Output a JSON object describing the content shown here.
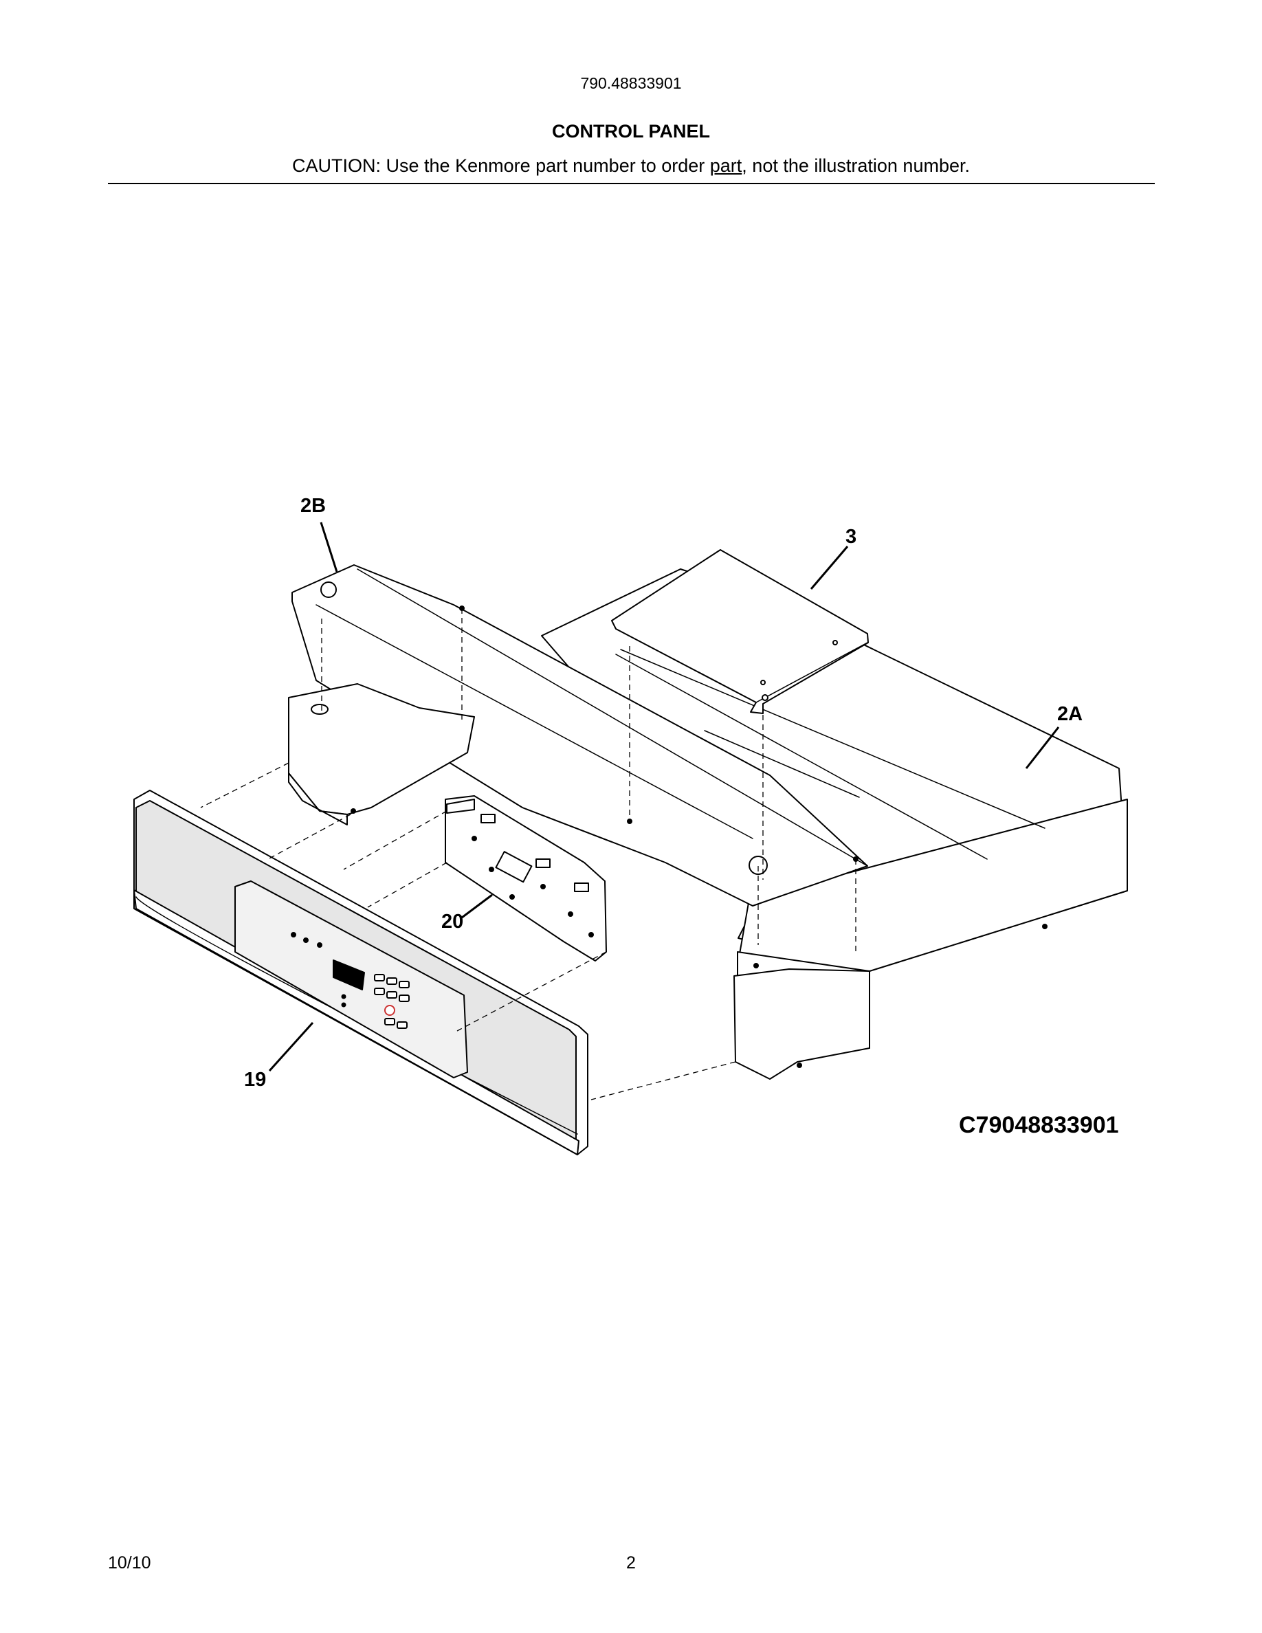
{
  "header": {
    "model_number": "790.48833901",
    "section_title": "CONTROL PANEL",
    "caution_prefix": "CAUTION: Use the Kenmore part number to order ",
    "caution_underlined": "part",
    "caution_suffix": ", not the illustration number."
  },
  "diagram": {
    "callouts": {
      "c2B": "2B",
      "c3": "3",
      "c2A": "2A",
      "c20": "20",
      "c19": "19"
    },
    "illustration_number": "C79048833901"
  },
  "footer": {
    "date": "10/10",
    "page": "2"
  }
}
